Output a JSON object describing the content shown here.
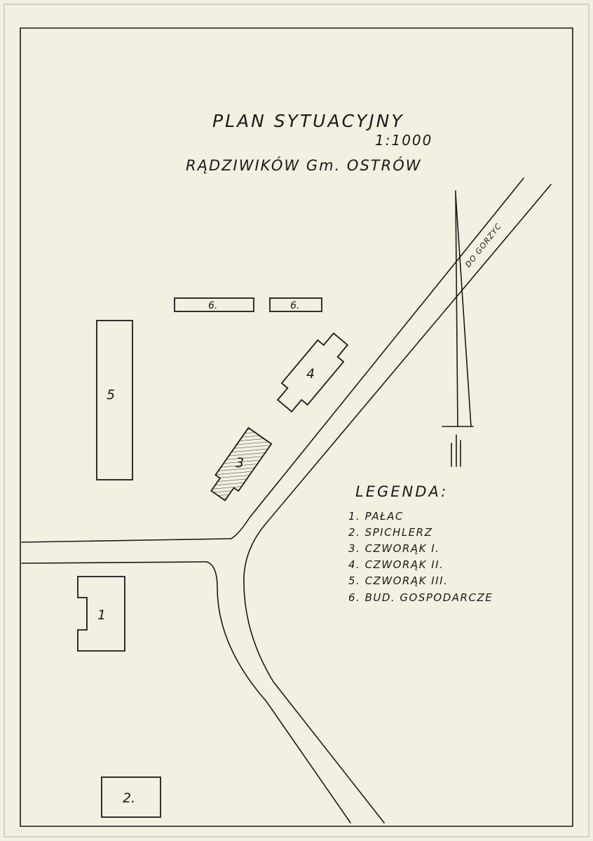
{
  "title": "PLAN SYTUACYJNY",
  "scale": "1:1000",
  "location": "RĄDZIWIKÓW Gm. OSTRÓW",
  "road_label": "DO GORZYC",
  "buildings": [
    {
      "number": "1",
      "label": "1"
    },
    {
      "number": "2",
      "label": "2."
    },
    {
      "number": "3",
      "label": "3"
    },
    {
      "number": "4",
      "label": "4"
    },
    {
      "number": "5",
      "label": "5"
    },
    {
      "number": "6a",
      "label": "6."
    },
    {
      "number": "6b",
      "label": "6."
    }
  ],
  "legend": {
    "title": "LEGENDA:",
    "items": [
      "1. PAŁAC",
      "2. SPICHLERZ",
      "3. CZWORĄK I.",
      "4. CZWORĄK II.",
      "5. CZWORĄK III.",
      "6. BUD. GOSPODARCZE"
    ]
  }
}
